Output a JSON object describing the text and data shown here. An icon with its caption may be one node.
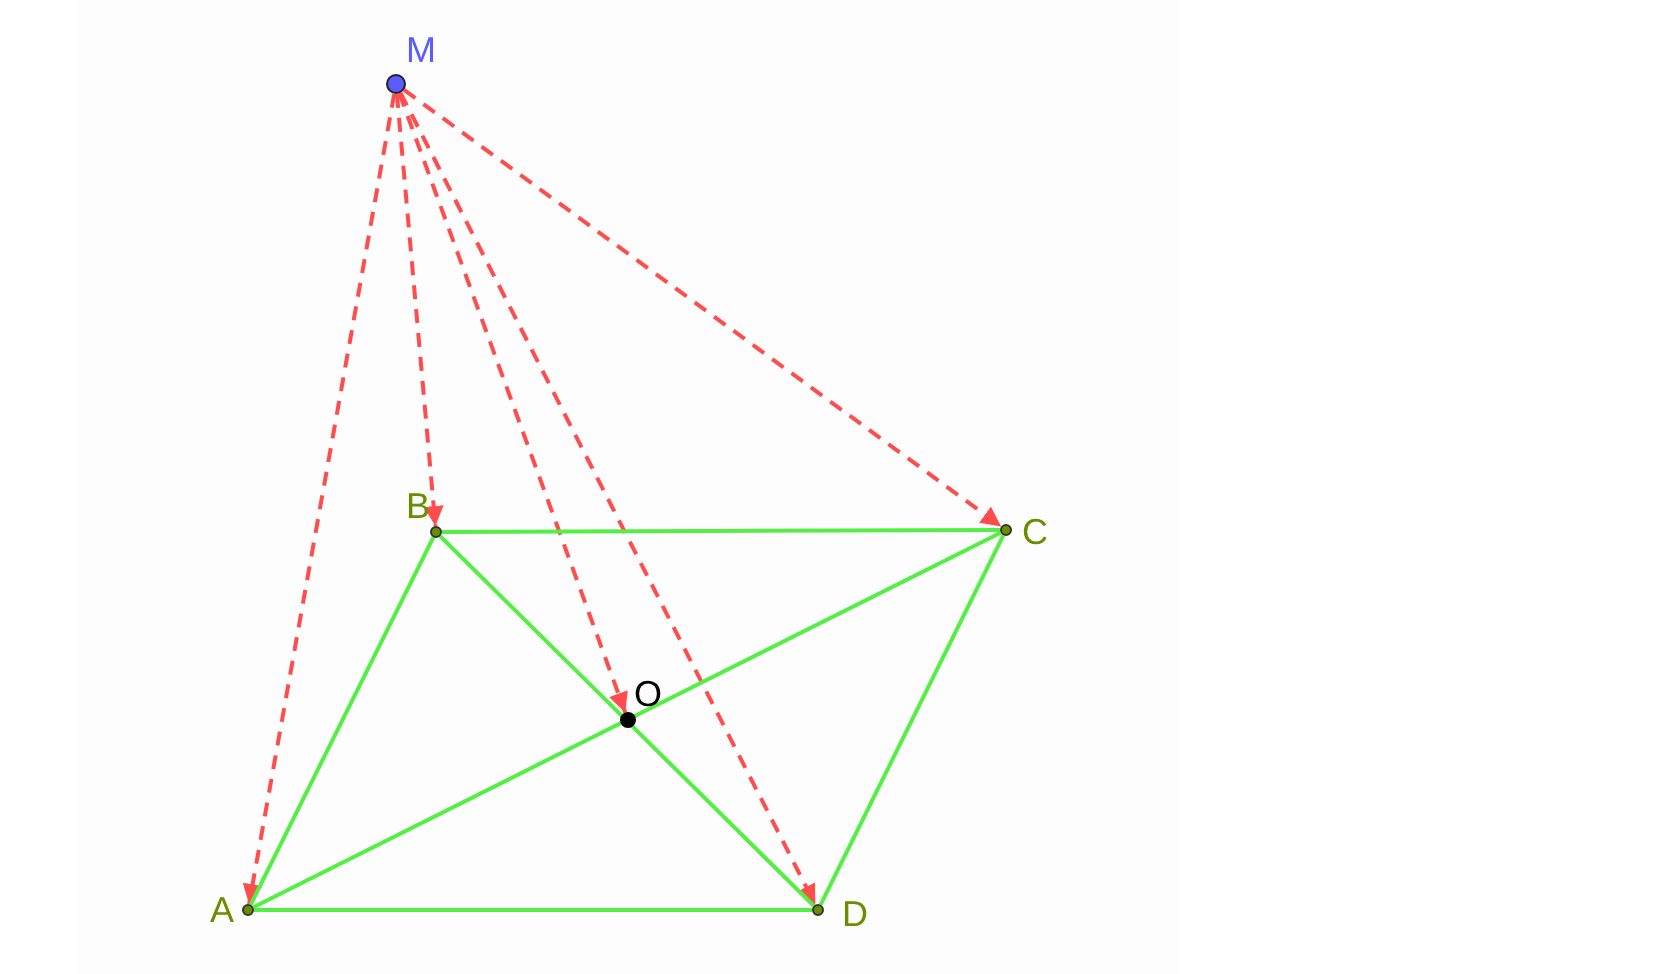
{
  "diagram": {
    "nodes": [
      {
        "text": [
          "M"
        ]
      },
      {
        "text": [
          "B"
        ]
      },
      {
        "text": [
          "C"
        ]
      },
      {
        "text": [
          "O"
        ]
      },
      {
        "text": [
          "A"
        ]
      },
      {
        "text": [
          "D"
        ]
      }
    ],
    "edges": [
      {
        "from": 0,
        "to": 4,
        "arrow": "to",
        "style": "dashed",
        "color": "#ff4d4d"
      },
      {
        "from": 0,
        "to": 1,
        "arrow": "to",
        "style": "dashed",
        "color": "#ff4d4d"
      },
      {
        "from": 0,
        "to": 3,
        "arrow": "to",
        "style": "dashed",
        "color": "#ff4d4d"
      },
      {
        "from": 0,
        "to": 5,
        "arrow": "to",
        "style": "dashed",
        "color": "#ff4d4d"
      },
      {
        "from": 0,
        "to": 2,
        "arrow": "to",
        "style": "dashed",
        "color": "#ff4d4d"
      },
      {
        "from": 4,
        "to": 1,
        "arrow": "none"
      },
      {
        "from": 1,
        "to": 2,
        "arrow": "none"
      },
      {
        "from": 2,
        "to": 5,
        "arrow": "none"
      },
      {
        "from": 4,
        "to": 5,
        "arrow": "none"
      },
      {
        "from": 4,
        "to": 2,
        "arrow": "none"
      },
      {
        "from": 1,
        "to": 5,
        "arrow": "none"
      }
    ]
  }
}
